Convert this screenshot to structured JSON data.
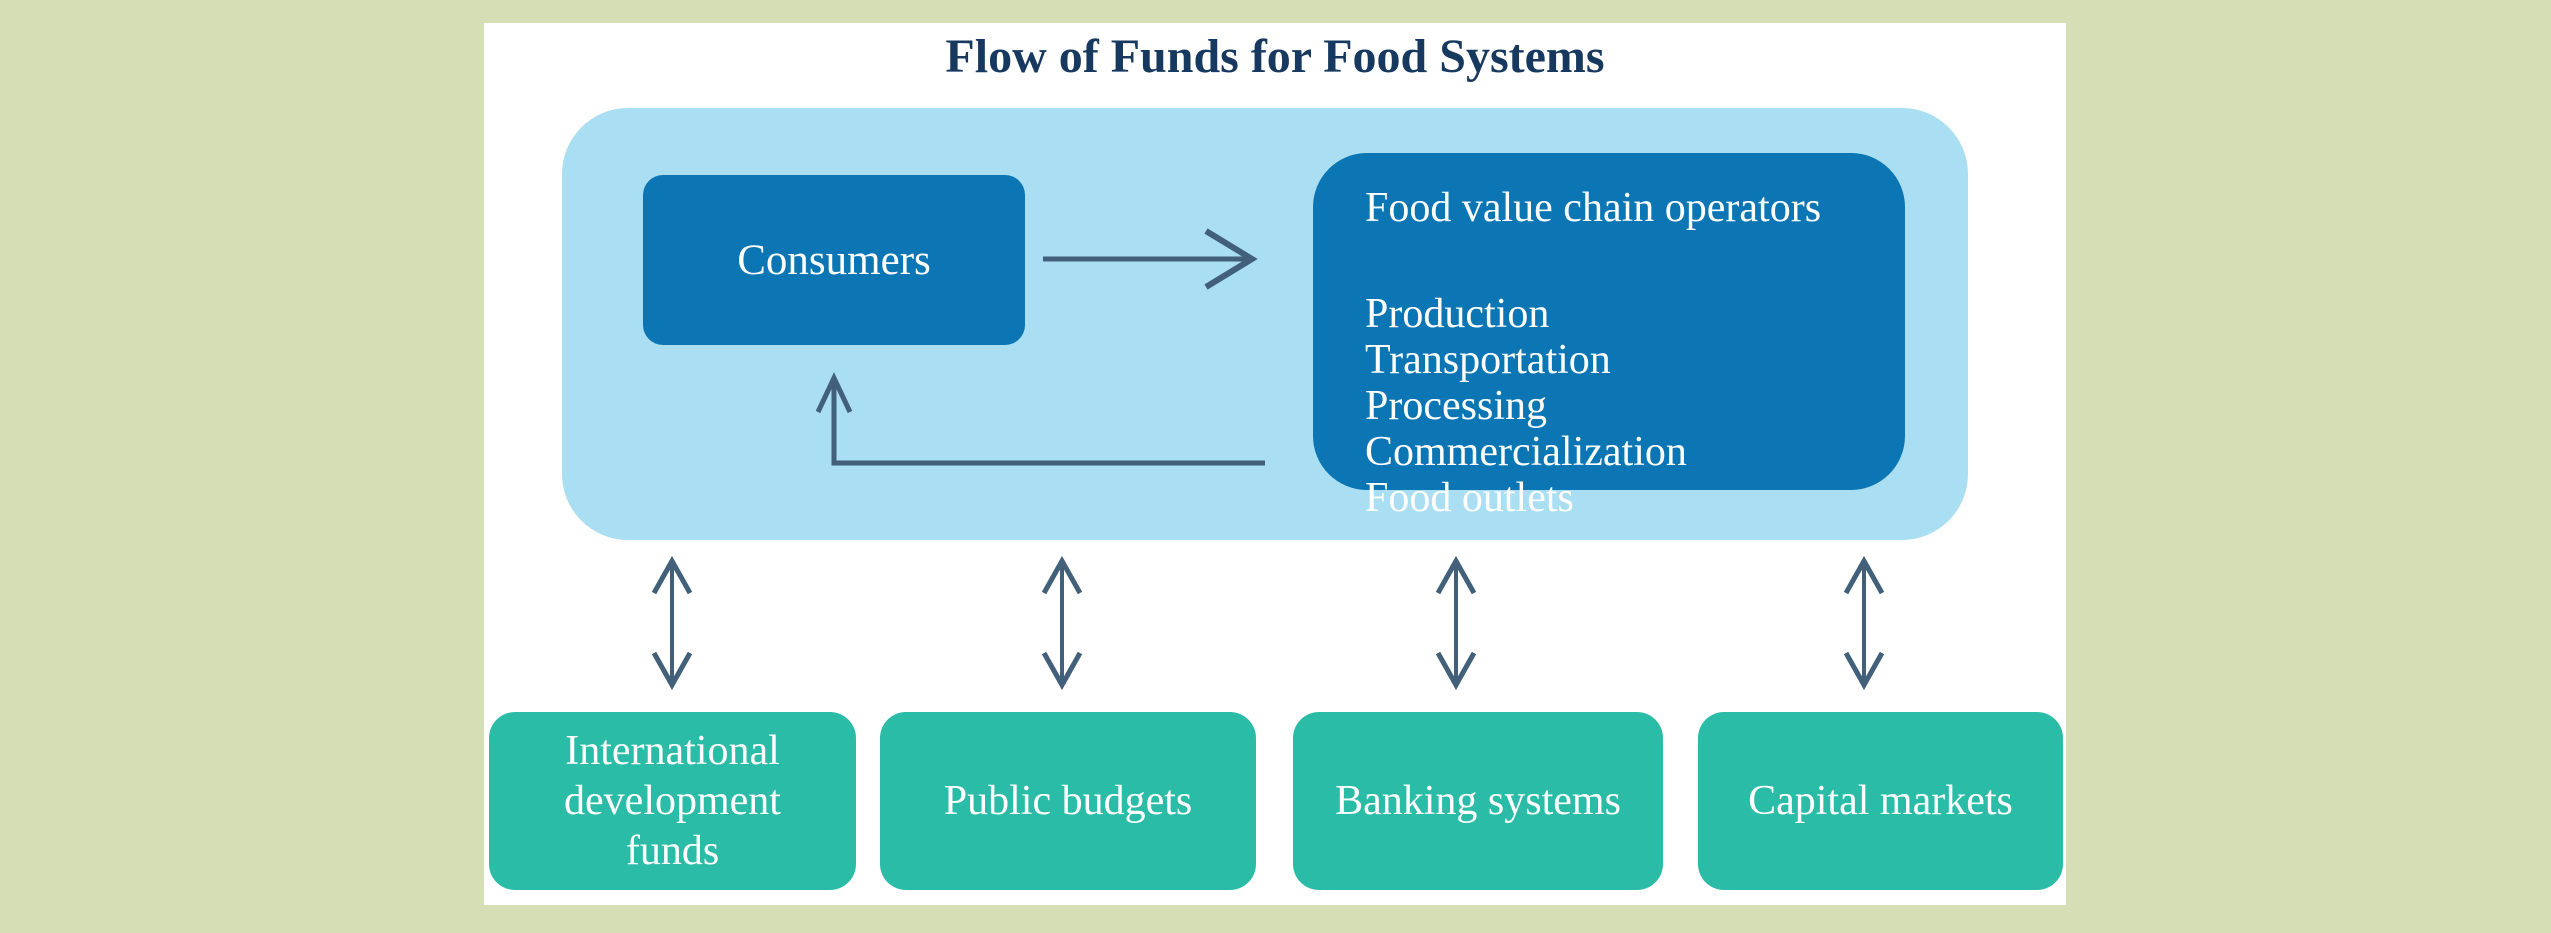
{
  "diagram": {
    "title": "Flow of Funds for Food Systems"
  },
  "flow_cycle": {
    "consumers_label": "Consumers",
    "operators_title": "Food value chain operators",
    "operators_items": [
      "Production",
      "Transportation",
      "Processing",
      "Commercialization",
      "Food outlets"
    ]
  },
  "funding_sources": [
    {
      "label": "International development funds"
    },
    {
      "label": "Public budgets"
    },
    {
      "label": "Banking systems"
    },
    {
      "label": "Capital markets"
    }
  ],
  "colors": {
    "page_background": "#d6deb6",
    "panel_background": "#ffffff",
    "cycle_background": "#aadef3",
    "flow_box": "#0b76b3",
    "funding_box": "#2bbca8",
    "arrow": "#42607a",
    "title_text": "#17395f",
    "box_text": "#ffffff"
  }
}
